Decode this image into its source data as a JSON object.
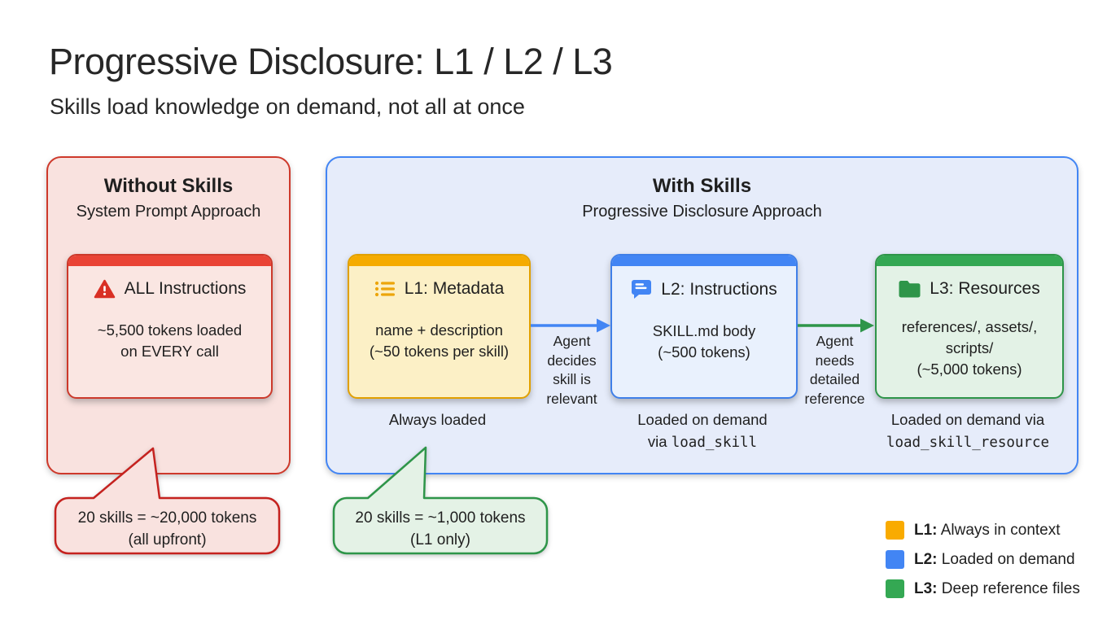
{
  "page": {
    "title": "Progressive Disclosure: L1 / L2 / L3",
    "subtitle": "Skills load knowledge on demand, not all at once"
  },
  "without_skills": {
    "title": "Without Skills",
    "subtitle": "System Prompt Approach",
    "card": {
      "icon": "warning-icon",
      "title": "ALL Instructions",
      "body_line1": "~5,500 tokens loaded",
      "body_line2": "on EVERY call"
    },
    "bubble": {
      "line1": "20 skills = ~20,000 tokens",
      "line2": "(all upfront)"
    }
  },
  "with_skills": {
    "title": "With Skills",
    "subtitle": "Progressive Disclosure Approach",
    "cards": [
      {
        "id": "L1",
        "icon": "list-icon",
        "title": "L1: Metadata",
        "body_line1": "name + description",
        "body_line2": "(~50 tokens per skill)",
        "body_line3": "",
        "caption_line1": "Always loaded",
        "caption_line2_text": "",
        "caption_line2_code": ""
      },
      {
        "id": "L2",
        "icon": "chat-icon",
        "title": "L2: Instructions",
        "body_line1": "SKILL.md body",
        "body_line2": "(~500 tokens)",
        "body_line3": "",
        "caption_line1": "Loaded on demand",
        "caption_line2_text": "via ",
        "caption_line2_code": "load_skill"
      },
      {
        "id": "L3",
        "icon": "folder-icon",
        "title": "L3: Resources",
        "body_line1": "references/, assets/,",
        "body_line2": "scripts/",
        "body_line3": "(~5,000 tokens)",
        "caption_line1": "Loaded on demand via",
        "caption_line2_text": "",
        "caption_line2_code": "load_skill_resource"
      }
    ],
    "arrows": [
      {
        "from": "L1",
        "to": "L2",
        "color": "#4285F4",
        "label_lines": [
          "Agent",
          "decides",
          "skill is",
          "relevant"
        ]
      },
      {
        "from": "L2",
        "to": "L3",
        "color": "#2E9549",
        "label_lines": [
          "Agent",
          "needs",
          "detailed",
          "reference"
        ]
      }
    ],
    "bubble": {
      "line1": "20 skills = ~1,000 tokens",
      "line2": "(L1 only)"
    }
  },
  "legend": [
    {
      "key": "L1:",
      "label": " Always in context",
      "color": "#F9AB00"
    },
    {
      "key": "L2:",
      "label": " Loaded on demand",
      "color": "#4285F4"
    },
    {
      "key": "L3:",
      "label": " Deep reference files",
      "color": "#34A853"
    }
  ],
  "colors": {
    "red_accent": "#E94335",
    "red_border": "#CE392B",
    "red_fill": "#F9E2DF",
    "yellow_accent": "#F5AB00",
    "yellow_fill": "#FCF0C6",
    "blue_accent": "#4285F4",
    "blue_fill": "#E6ECFA",
    "green_accent": "#34A853",
    "green_fill": "#E3F2E6",
    "text": "#1F1F1F"
  }
}
